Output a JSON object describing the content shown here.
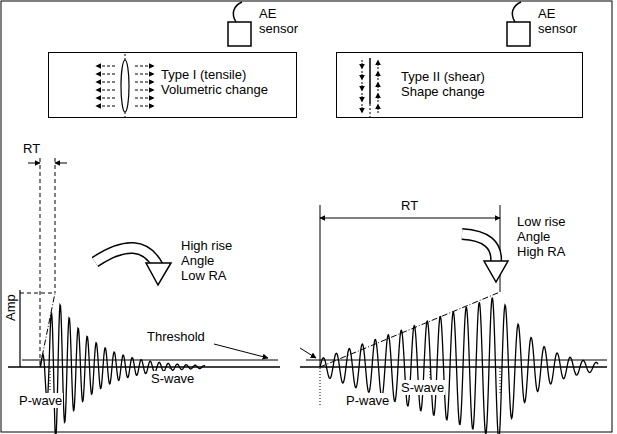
{
  "diagram": {
    "nodes": [
      {
        "text": [
          "Type I (tensile) Volumetric change"
        ]
      },
      {
        "text": [
          "Type II (shear) Shape change"
        ]
      }
    ],
    "labels": [
      "AE sensor",
      "AE sensor",
      "RT",
      "Amp",
      "High rise Angle Low RA",
      "Threshold",
      "P-wave",
      "S-wave",
      "RT",
      "Low rise Angle High RA",
      "P-wave",
      "S-wave"
    ]
  }
}
